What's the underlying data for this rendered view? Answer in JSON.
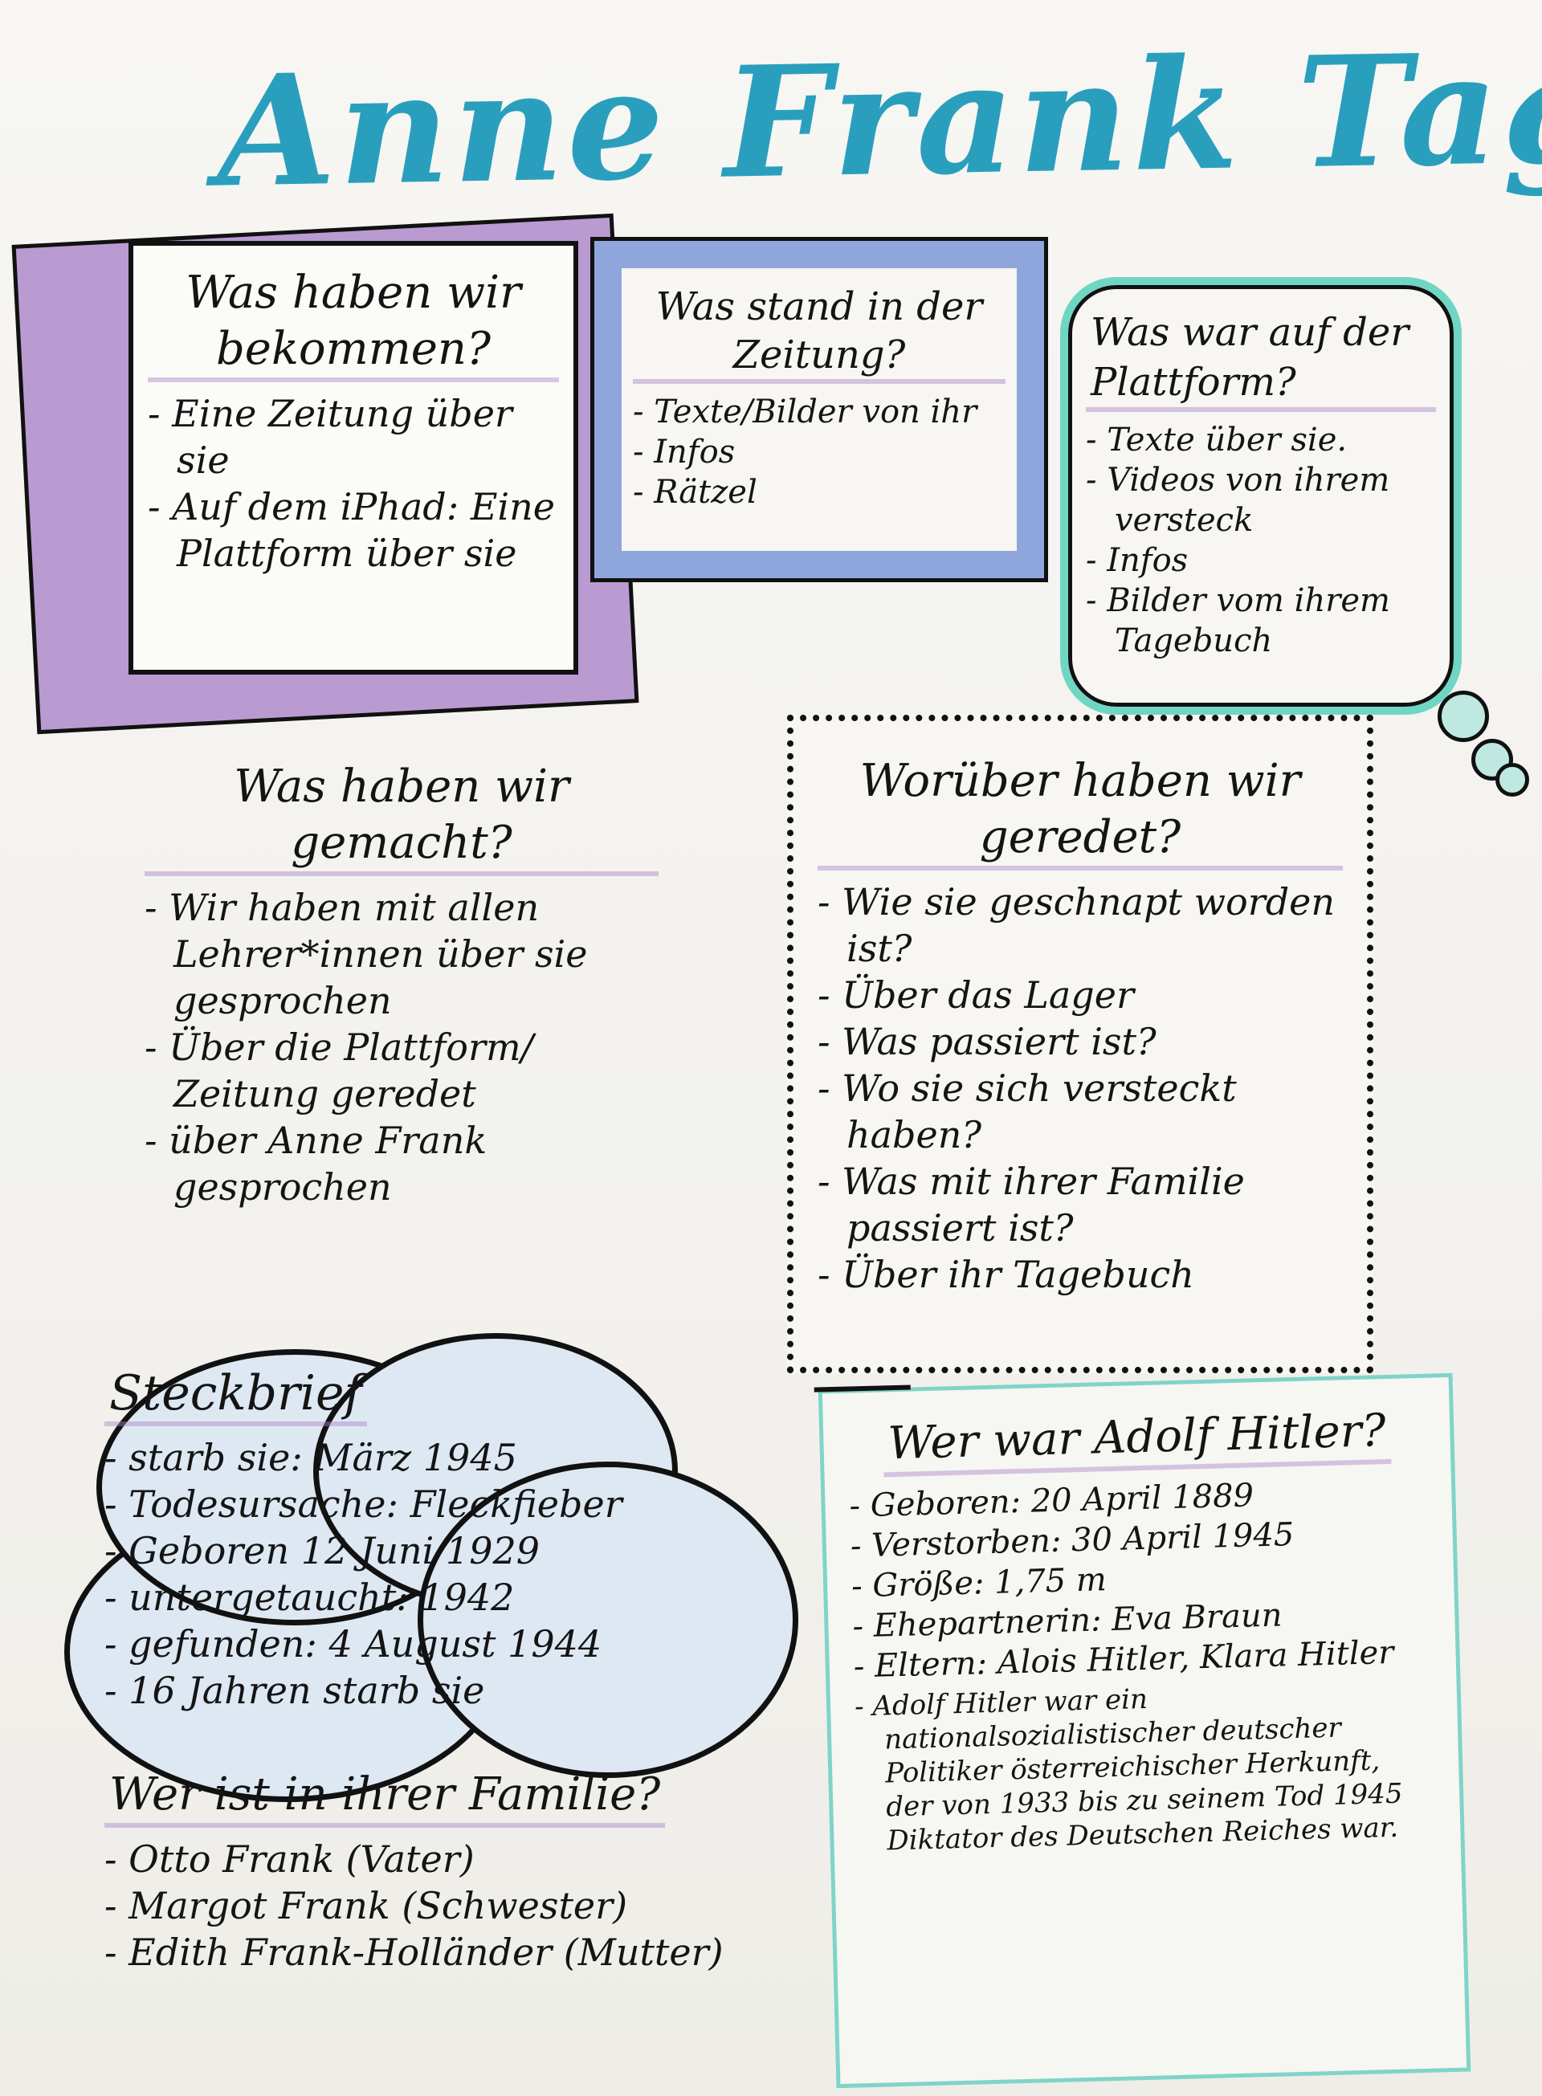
{
  "title": "Anne Frank Tag",
  "bekommen": {
    "heading": "Was haben wir bekommen?",
    "items": [
      "Eine Zeitung über sie",
      "Auf dem iPhad: Eine Plattform über sie"
    ]
  },
  "zeitung": {
    "heading": "Was stand in der Zeitung?",
    "items": [
      "Texte/Bilder von ihr",
      "Infos",
      "Rätzel"
    ]
  },
  "plattform": {
    "heading": "Was war auf der Plattform?",
    "items": [
      "Texte über sie.",
      "Videos von ihrem versteck",
      "Infos",
      "Bilder vom ihrem Tagebuch"
    ]
  },
  "gemacht": {
    "heading": "Was haben wir gemacht?",
    "items": [
      "Wir haben mit allen Lehrer*innen über sie gesprochen",
      "Über die Plattform/ Zeitung geredet",
      "über Anne Frank gesprochen"
    ]
  },
  "geredet": {
    "heading": "Worüber haben wir geredet?",
    "items": [
      "Wie sie geschnapt worden ist?",
      "Über das Lager",
      "Was passiert ist?",
      "Wo sie sich versteckt haben?",
      "Was mit ihrer Familie passiert ist?",
      "Über ihr Tagebuch"
    ]
  },
  "steckbrief": {
    "heading": "Steckbrief",
    "items": [
      "starb sie: März 1945",
      "Todesursache: Fleckfieber",
      "Geboren 12 Juni 1929",
      "untergetaucht: 1942",
      "gefunden: 4 August 1944",
      "16 Jahren starb sie"
    ]
  },
  "familie": {
    "heading": "Wer ist in ihrer Familie?",
    "items": [
      "Otto Frank (Vater)",
      "Margot Frank (Schwester)",
      "Edith Frank-Holländer (Mutter)"
    ]
  },
  "hitler": {
    "heading": "Wer war Adolf Hitler?",
    "items": [
      "Geboren: 20 April 1889",
      "Verstorben: 30 April 1945",
      "Größe: 1,75 m",
      "Ehepartnerin: Eva Braun",
      "Eltern: Alois Hitler, Klara Hitler",
      "Adolf Hitler war ein nationalsozialistischer deutscher Politiker österreichischer Herkunft, der von 1933 bis zu seinem Tod 1945 Diktator des Deutschen Reiches war."
    ]
  },
  "colors": {
    "title": "#2a9fbd",
    "purple": "#b99bd1",
    "blue_frame": "#8ea6dc",
    "mint": "#6fd6c4",
    "cloud": "#dde8f2"
  }
}
